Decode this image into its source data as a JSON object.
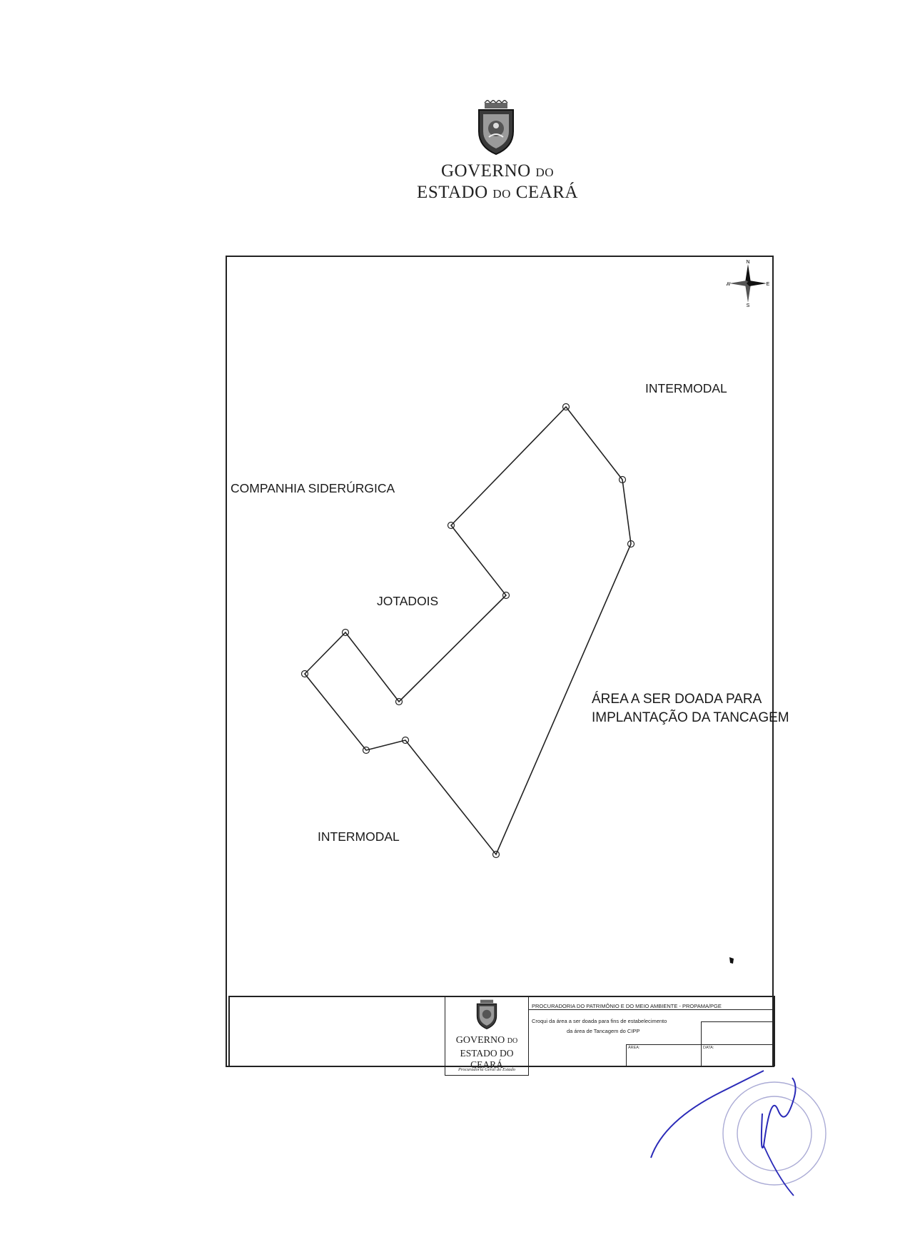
{
  "header": {
    "line1_big": "GOVERNO",
    "line1_small": "DO",
    "line2_a": "ESTADO",
    "line2_small": "DO",
    "line2_b": "CEARÁ"
  },
  "map": {
    "labels": {
      "intermodal_top": "INTERMODAL",
      "companhia": "COMPANHIA SIDERÚRGICA",
      "jotadois": "JOTADOIS",
      "area_line1": "ÁREA A SER DOADA PARA",
      "area_line2": "IMPLANTAÇÃO DA TANCAGEM",
      "intermodal_bottom": "INTERMODAL"
    },
    "compass": {
      "n": "N",
      "s": "S",
      "e": "E",
      "w": "W"
    }
  },
  "title_block": {
    "gov_line1_big": "GOVERNO",
    "gov_line1_small": "DO",
    "gov_line2": "ESTADO DO CEARÁ",
    "gov_line3": "Procuradoria Geral do Estado",
    "org": "PROCURADORIA DO PATRIMÔNIO E DO MEIO AMBIENTE - PROPAMA/PGE",
    "desc_line1": "Croqui da área a ser doada para fins de estabelecimento",
    "desc_line2": "da área de Tancagem do CIPP",
    "area_label": "ÁREA:",
    "data_label": "DATA:"
  },
  "colors": {
    "ink": "#222222",
    "signature": "#2a2ab8",
    "stamp": "#8f90c8"
  }
}
